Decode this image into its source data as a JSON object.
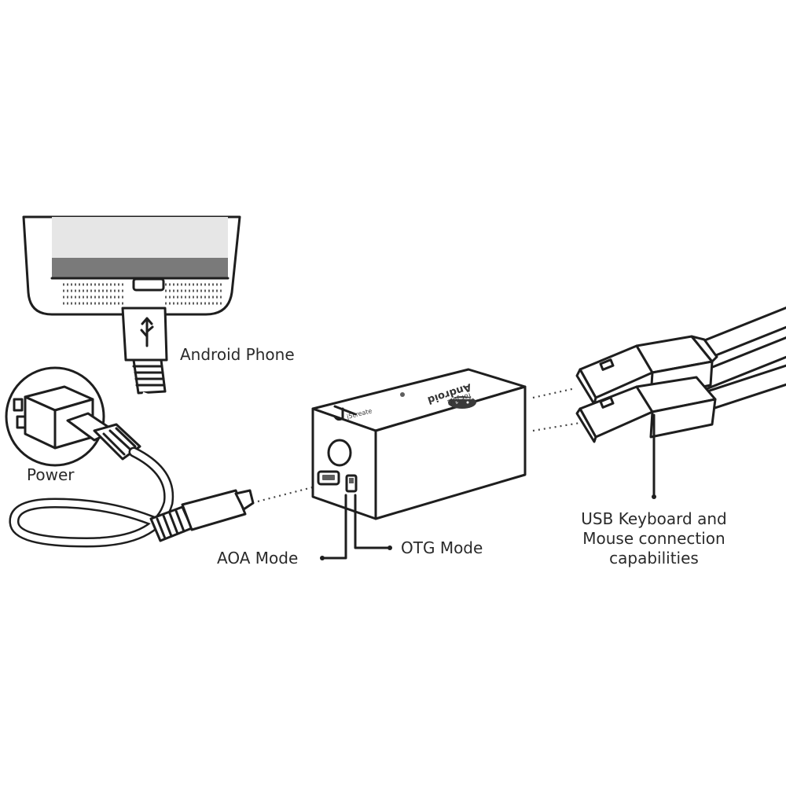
{
  "labels": {
    "android_phone": "Android Phone",
    "power": "Power",
    "aoa_mode": "AOA Mode",
    "otg_mode": "OTG Mode",
    "usb_line1": "USB Keyboard and",
    "usb_line2": "Mouse connection",
    "usb_line3": "capabilities"
  },
  "device": {
    "brand_text": "j5create",
    "model_text": "Android",
    "model_sub": "for JDC"
  },
  "colors": {
    "line": "#1e1e1e",
    "screen": "#7a7a7a",
    "grille": "#5e5e5e",
    "label": "#2a2a2a"
  }
}
